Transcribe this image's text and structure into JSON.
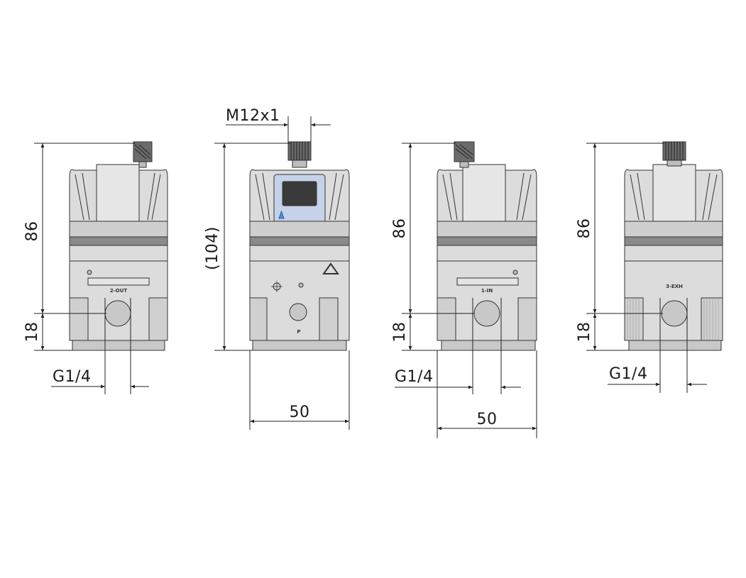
{
  "views": [
    {
      "name": "view-1",
      "dim_height": "86",
      "dim_lower": "18",
      "dim_thread": "G1/4",
      "port_label": "2-OUT"
    },
    {
      "name": "view-2",
      "dim_height": "(104)",
      "dim_width": "50",
      "dim_connector": "M12x1",
      "port_label": "P"
    },
    {
      "name": "view-3",
      "dim_height": "86",
      "dim_lower": "18",
      "dim_thread": "G1/4",
      "dim_width": "50",
      "port_label": "1-IN"
    },
    {
      "name": "view-4",
      "dim_height": "86",
      "dim_lower": "18",
      "dim_thread": "G1/4",
      "port_label": "3-EXH"
    }
  ],
  "colors": {
    "body": "#dcdcdc",
    "band": "#8a8a8a",
    "display_frame": "#c6d2e8",
    "display_screen": "#3a3a3a",
    "logo": "#4a90d9"
  }
}
